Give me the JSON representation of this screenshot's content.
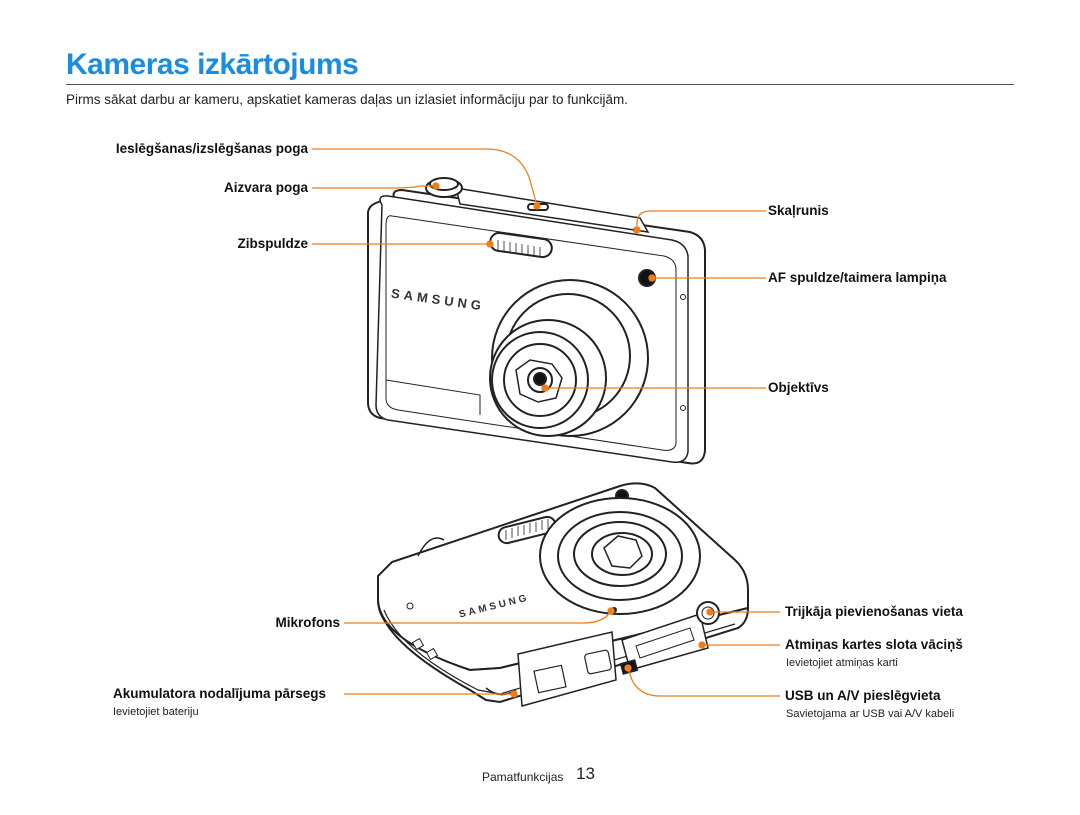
{
  "page": {
    "title": "Kameras izkārtojums",
    "intro": "Pirms sākat darbu ar kameru, apskatiet kameras daļas un izlasiet informāciju par to funkcijām."
  },
  "front_labels": {
    "power_button": "Ieslēgšanas/izslēgšanas poga",
    "shutter_button": "Aizvara poga",
    "flash": "Zibspuldze",
    "speaker": "Skaļrunis",
    "af_lamp": "AF spuldze/taimera lampiņa",
    "lens": "Objektīvs"
  },
  "back_labels": {
    "microphone": "Mikrofons",
    "battery_cover": "Akumulatora nodalījuma pārsegs",
    "battery_cover_sub": "Ievietojiet bateriju",
    "tripod": "Trijkāja pievienošanas vieta",
    "card_cover": "Atmiņas kartes slota vāciņš",
    "card_cover_sub": "Ievietojiet atmiņas karti",
    "usb_port": "USB un A/V pieslēgvieta",
    "usb_port_sub": "Savietojama ar USB vai A/V kabeli"
  },
  "brand": "SAMSUNG",
  "footer": {
    "section": "Pamatfunkcijas",
    "page_number": "13"
  },
  "colors": {
    "accent_title": "#1a8de0",
    "callout": "#f07d1a"
  }
}
